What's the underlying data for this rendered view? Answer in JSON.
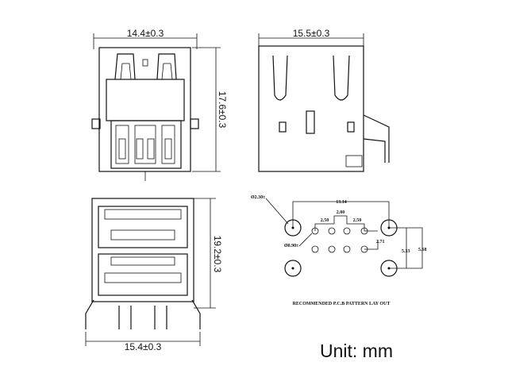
{
  "top_view": {
    "width_dim": "14.4±0.3",
    "height_dim": "17.6±0.3"
  },
  "side_view": {
    "width_dim": "15.5±0.3"
  },
  "front_view": {
    "height_dim": "19.2±0.3",
    "width_dim": "15.4±0.3"
  },
  "pcb_layout": {
    "large_hole_dia": "Ø2.30±",
    "small_hole_dia": "Ø0.90±",
    "dim_span": "13.14",
    "dim_center": "2.00",
    "dim_left": "2.50",
    "dim_right": "2.50",
    "dim_row": "2.71",
    "dim_v1": "5.33",
    "dim_v2": "5.68",
    "caption": "RECOMMENDED P.C.B PATTERN LAY OUT"
  },
  "unit_label": "Unit: mm"
}
